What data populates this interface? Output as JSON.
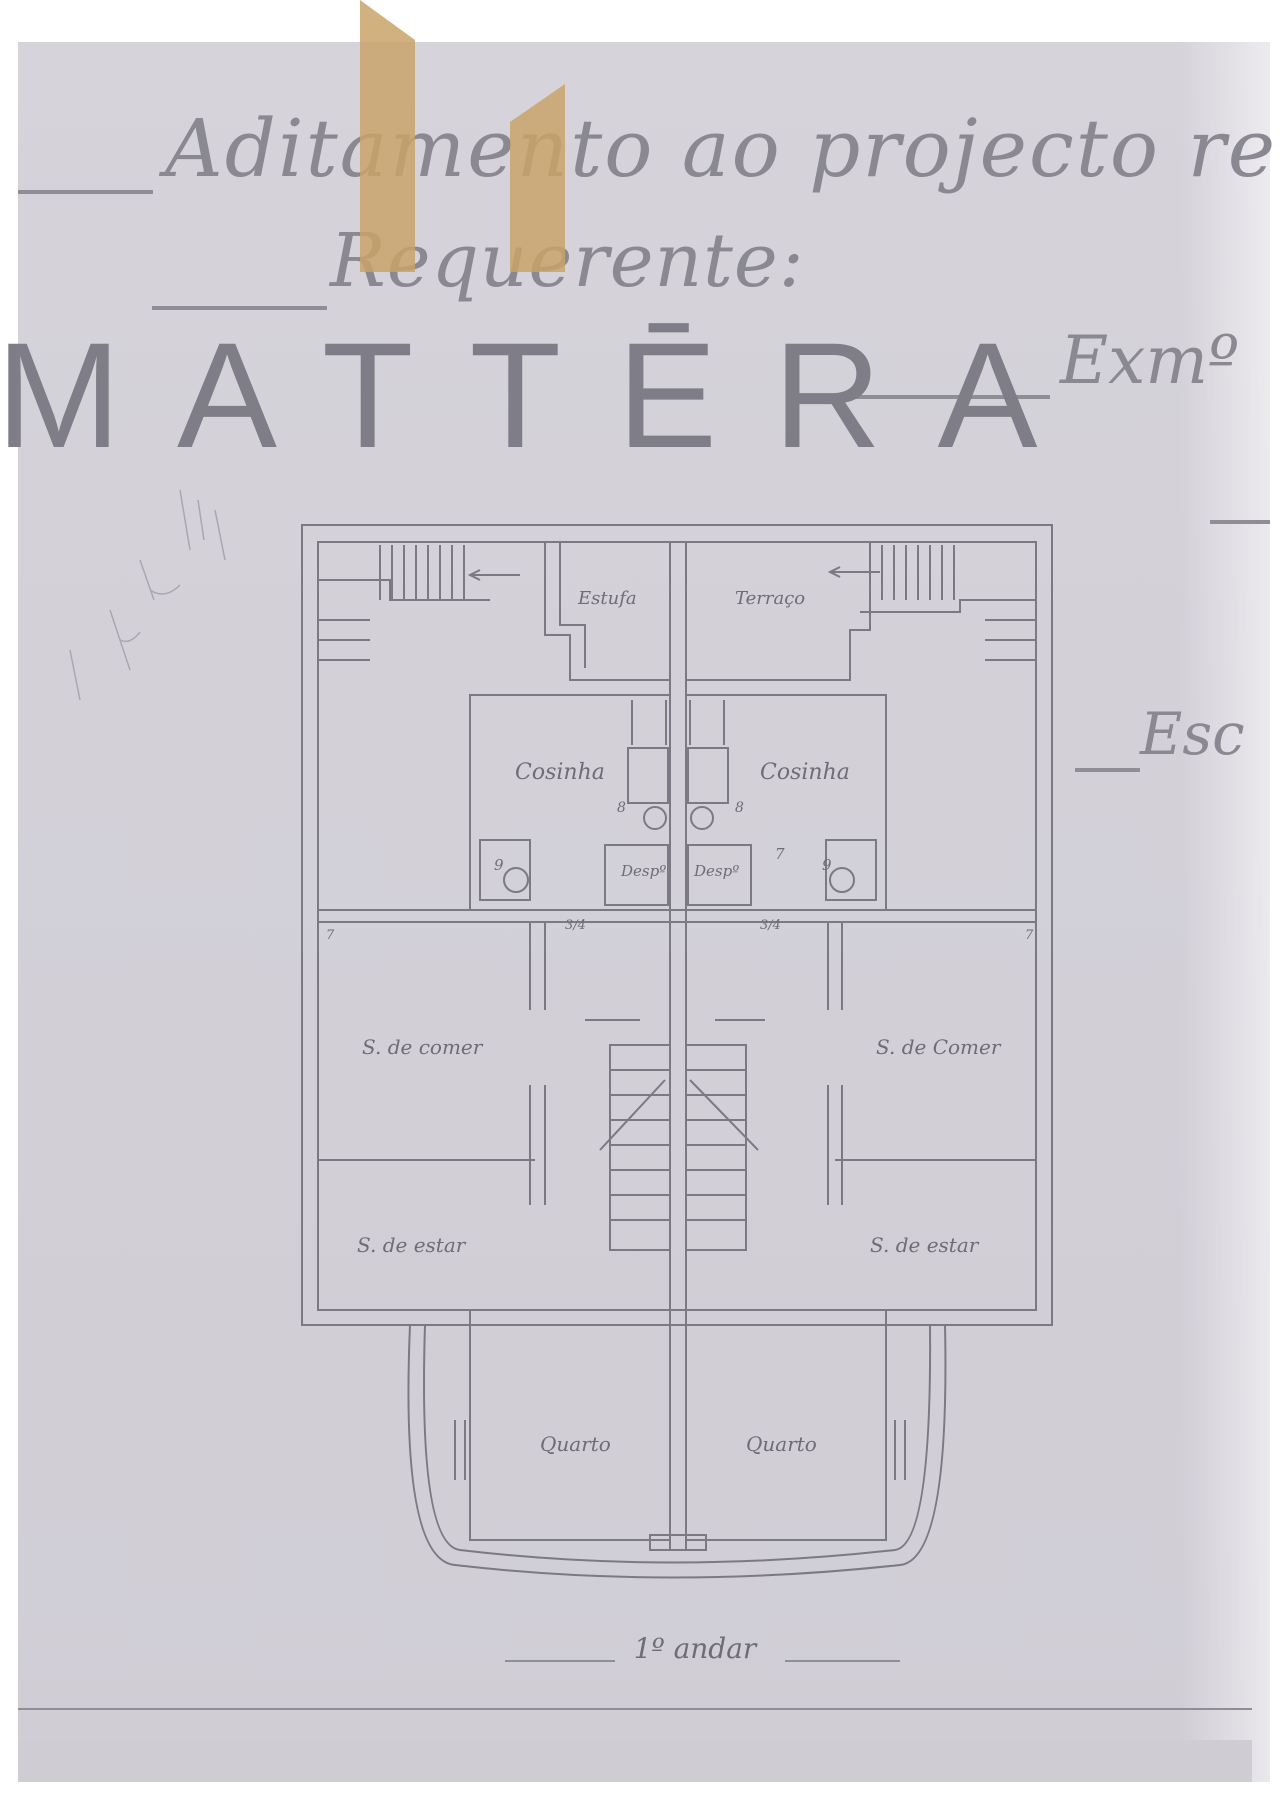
{
  "header": {
    "line1": "Aditamento ao projecto reg",
    "line2": "Requerente:",
    "line3": "Exmº",
    "line4": "Esc"
  },
  "brand": {
    "wordmark": "MATTĒRA",
    "accent_color": "#c9a36a",
    "text_color": "#7f7d87"
  },
  "plan": {
    "rooms": {
      "estufa": "Estufa",
      "terraco": "Terraço",
      "cosinha_left": "Cosinha",
      "cosinha_right": "Cosinha",
      "desp_left": "Despº",
      "desp_right": "Despº",
      "n8_left": "8",
      "n8_right": "8",
      "n9_left": "9",
      "n9_right": "9",
      "n7_mid": "7",
      "n7_left": "7",
      "n7_right": "7",
      "frac_left": "3/4",
      "frac_right": "3/4",
      "comer_left": "S. de comer",
      "comer_right": "S. de Comer",
      "estar_left": "S. de estar",
      "estar_right": "S. de estar",
      "quarto_left": "Quarto",
      "quarto_right": "Quarto"
    },
    "floor_label": "1º andar"
  }
}
